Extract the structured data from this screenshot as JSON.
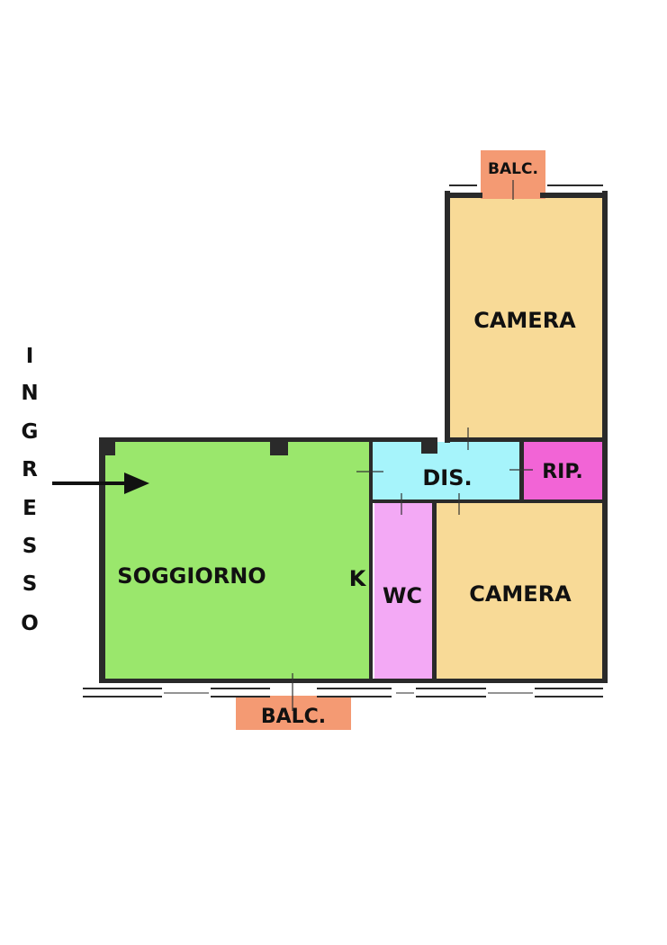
{
  "entrance": {
    "letters": [
      "I",
      "N",
      "G",
      "R",
      "E",
      "S",
      "S",
      "O"
    ]
  },
  "rooms": {
    "soggiorno": "SOGGIORNO",
    "kitchen": "K",
    "disimpegno": "DIS.",
    "ripostiglio": "RIP.",
    "wc": "WC",
    "camera_top": "CAMERA",
    "camera_bottom": "CAMERA",
    "balcony_top": "BALC.",
    "balcony_bottom": "BALC."
  },
  "colors": {
    "living": "#9ae76c",
    "hall": "#a6f4fb",
    "storage": "#f264d6",
    "wc": "#f3a9f5",
    "bedroom": "#f8da97",
    "balcony": "#f49a73"
  }
}
